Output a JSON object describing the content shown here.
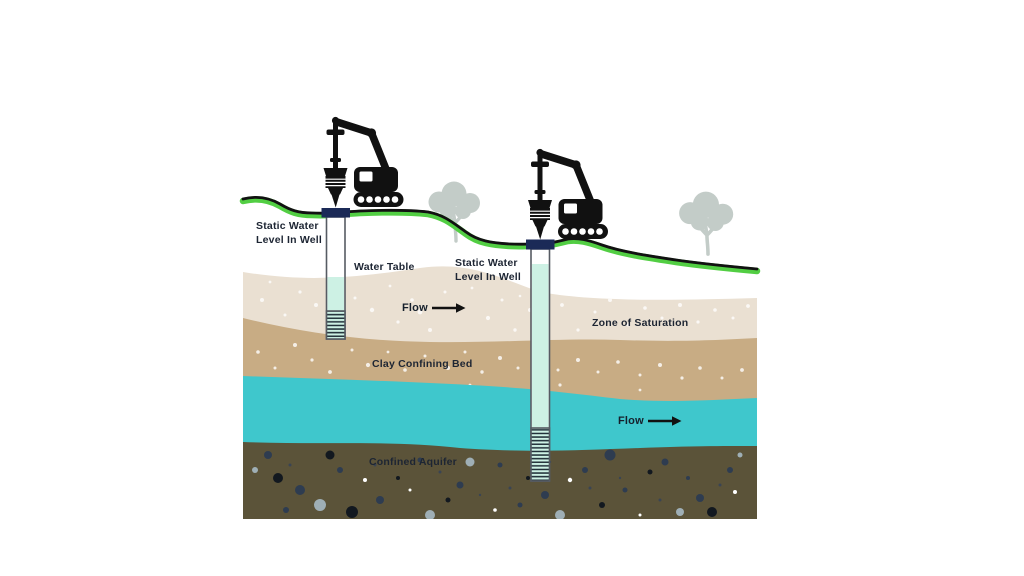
{
  "diagram": {
    "type": "groundwater-aquifer-cross-section",
    "labels": {
      "well1_static": "Static Water Level In Well",
      "water_table": "Water Table",
      "well2_static": "Static Water Level In Well",
      "zone_of_saturation": "Zone of Saturation",
      "flow_upper": "Flow",
      "clay_confining_bed": "Clay Confining Bed",
      "flow_lower": "Flow",
      "confined_aquifer": "Confined Aquifer"
    },
    "colors": {
      "ground_surface_green": "#52CE43",
      "ground_outline": "#111111",
      "zone_of_saturation_layer": "#EAE0D2",
      "clay_confining_bed_layer": "#C8AC84",
      "aquifer_water_layer": "#3FC7CC",
      "confined_bed_layer": "#5B5339",
      "well_water": "#CDF1E4",
      "well_cap": "#1B2A57",
      "rig": "#111111",
      "tree": "#C3CCC8",
      "label_text": "#1D2533"
    },
    "icons": {
      "drill_rig": "drill-rig-icon",
      "tree": "tree-icon",
      "flow_arrow": "flow-arrow-icon"
    }
  }
}
